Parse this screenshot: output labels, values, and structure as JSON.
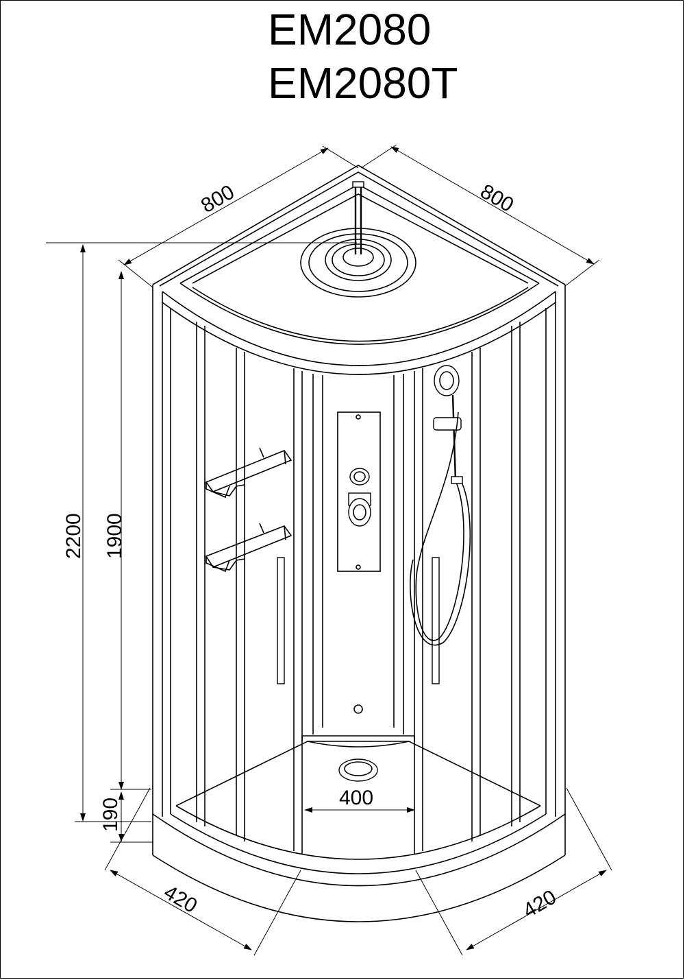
{
  "titles": {
    "model1": "EM2080",
    "model2": "EM2080T"
  },
  "dimensions": {
    "width_left": "800",
    "width_right": "800",
    "total_height": "2200",
    "glass_height": "1900",
    "tray_height": "190",
    "tray_drain": "400",
    "base_left": "420",
    "base_right": "420"
  },
  "colors": {
    "line": "#000000",
    "background": "#ffffff"
  }
}
